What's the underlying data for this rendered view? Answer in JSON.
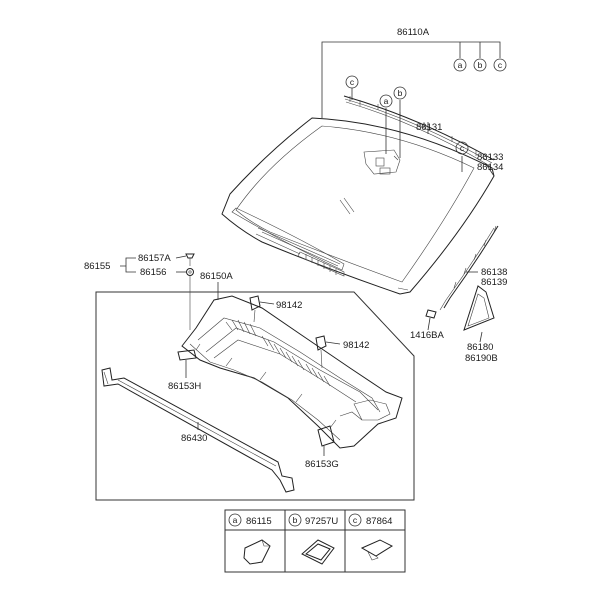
{
  "callout_labels": {
    "windshield_assy": "86110A",
    "molding_top": "86131",
    "molding_side_1": "86133",
    "molding_side_2": "86134",
    "side_molding_1": "86138",
    "side_molding_2": "86139",
    "clip": "1416BA",
    "garnish_1": "86180",
    "garnish_2": "86190B",
    "bolt_group": "86155",
    "bolt": "86157A",
    "nut": "86156",
    "cowl_panel": "86150A",
    "fastener_1": "98142",
    "fastener_2": "98142",
    "seal_left": "86153H",
    "seal_right": "86153G",
    "weatherstrip": "86430"
  },
  "letters": {
    "a": "a",
    "b": "b",
    "c": "c"
  },
  "legend": [
    {
      "letter": "a",
      "part": "86115"
    },
    {
      "letter": "b",
      "part": "97257U"
    },
    {
      "letter": "c",
      "part": "87864"
    }
  ],
  "colors": {
    "line": "#222222",
    "background": "#ffffff"
  }
}
